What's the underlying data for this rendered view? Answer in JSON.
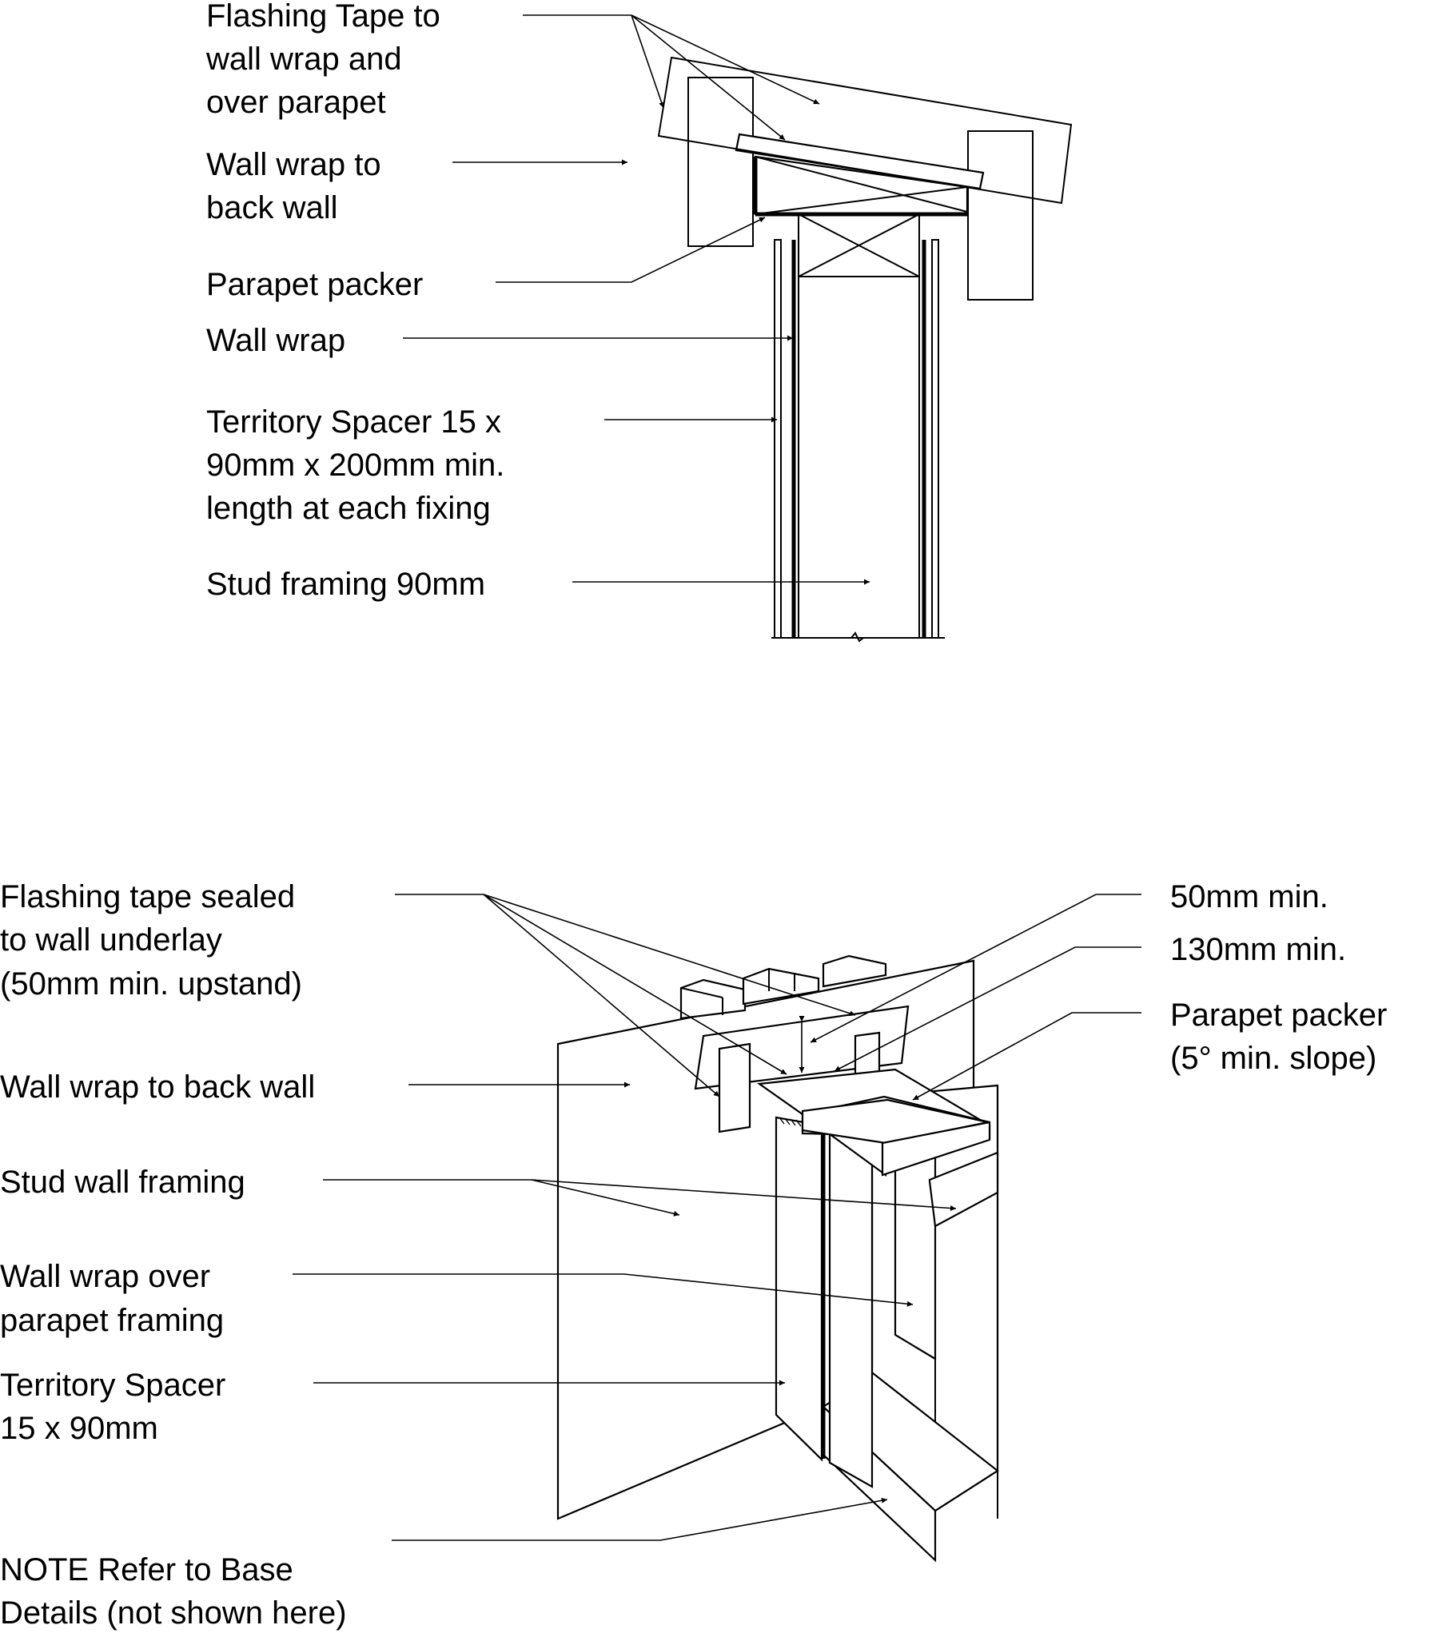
{
  "detail_top": {
    "callouts": [
      {
        "lines": [
          "Flashing Tape to",
          "wall wrap and",
          "over parapet"
        ]
      },
      {
        "lines": [
          "Wall wrap to",
          "back wall"
        ]
      },
      {
        "lines": [
          "Parapet packer"
        ]
      },
      {
        "lines": [
          "Wall wrap"
        ]
      },
      {
        "lines": [
          "Territory Spacer 15 x",
          "90mm x 200mm min.",
          "length at each fixing"
        ]
      },
      {
        "lines": [
          "Stud framing 90mm"
        ]
      }
    ]
  },
  "detail_bottom": {
    "callouts_left": [
      {
        "lines": [
          "Flashing tape sealed",
          "to wall underlay",
          "(50mm min. upstand)"
        ]
      },
      {
        "lines": [
          "Wall wrap to back wall"
        ]
      },
      {
        "lines": [
          "Stud wall framing"
        ]
      },
      {
        "lines": [
          "Wall wrap over",
          "parapet framing"
        ]
      },
      {
        "lines": [
          "Territory Spacer",
          "15 x 90mm"
        ]
      },
      {
        "lines": [
          "NOTE Refer to Base",
          "Details (not shown here)"
        ]
      }
    ],
    "callouts_right": [
      {
        "lines": [
          "50mm min."
        ]
      },
      {
        "lines": [
          "130mm min."
        ]
      },
      {
        "lines": [
          "Parapet packer",
          "(5° min. slope)"
        ]
      }
    ]
  }
}
